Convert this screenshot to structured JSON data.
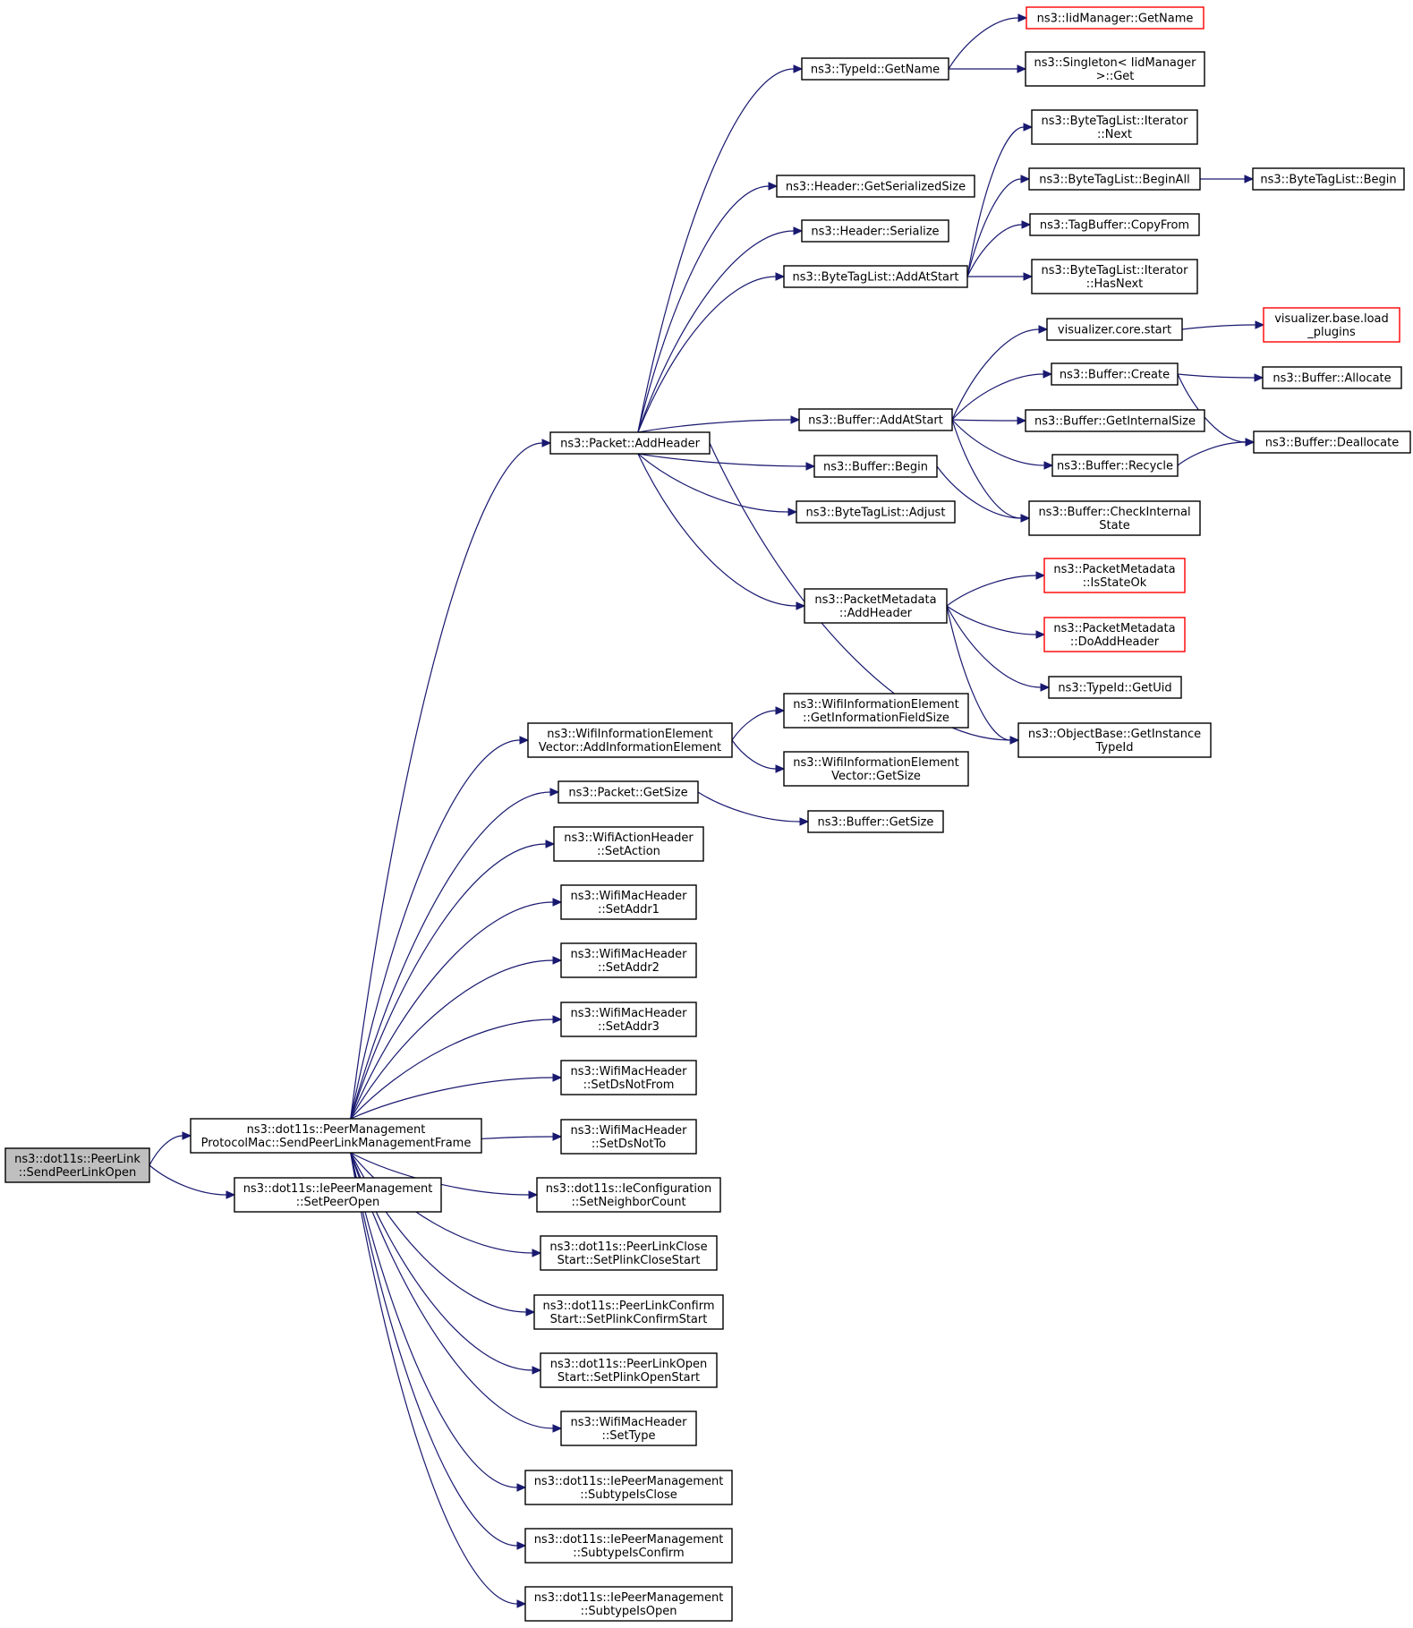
{
  "nodes": {
    "send_peer_link_open": {
      "lines": [
        "ns3::dot11s::PeerLink",
        "::SendPeerLinkOpen"
      ]
    },
    "send_mgmt_frame": {
      "lines": [
        "ns3::dot11s::PeerManagement",
        "ProtocolMac::SendPeerLinkManagementFrame"
      ]
    },
    "set_peer_open": {
      "lines": [
        "ns3::dot11s::IePeerManagement",
        "::SetPeerOpen"
      ]
    },
    "packet_add_header": {
      "lines": [
        "ns3::Packet::AddHeader"
      ]
    },
    "wifi_ie_add": {
      "lines": [
        "ns3::WifiInformationElement",
        "Vector::AddInformationElement"
      ]
    },
    "packet_get_size": {
      "lines": [
        "ns3::Packet::GetSize"
      ]
    },
    "set_action": {
      "lines": [
        "ns3::WifiActionHeader",
        "::SetAction"
      ]
    },
    "set_addr1": {
      "lines": [
        "ns3::WifiMacHeader",
        "::SetAddr1"
      ]
    },
    "set_addr2": {
      "lines": [
        "ns3::WifiMacHeader",
        "::SetAddr2"
      ]
    },
    "set_addr3": {
      "lines": [
        "ns3::WifiMacHeader",
        "::SetAddr3"
      ]
    },
    "set_ds_not_from": {
      "lines": [
        "ns3::WifiMacHeader",
        "::SetDsNotFrom"
      ]
    },
    "set_ds_not_to": {
      "lines": [
        "ns3::WifiMacHeader",
        "::SetDsNotTo"
      ]
    },
    "set_neighbor_count": {
      "lines": [
        "ns3::dot11s::IeConfiguration",
        "::SetNeighborCount"
      ]
    },
    "set_plink_close": {
      "lines": [
        "ns3::dot11s::PeerLinkClose",
        "Start::SetPlinkCloseStart"
      ]
    },
    "set_plink_confirm": {
      "lines": [
        "ns3::dot11s::PeerLinkConfirm",
        "Start::SetPlinkConfirmStart"
      ]
    },
    "set_plink_open": {
      "lines": [
        "ns3::dot11s::PeerLinkOpen",
        "Start::SetPlinkOpenStart"
      ]
    },
    "set_type": {
      "lines": [
        "ns3::WifiMacHeader",
        "::SetType"
      ]
    },
    "subtype_close": {
      "lines": [
        "ns3::dot11s::IePeerManagement",
        "::SubtypeIsClose"
      ]
    },
    "subtype_confirm": {
      "lines": [
        "ns3::dot11s::IePeerManagement",
        "::SubtypeIsConfirm"
      ]
    },
    "subtype_open": {
      "lines": [
        "ns3::dot11s::IePeerManagement",
        "::SubtypeIsOpen"
      ]
    },
    "typeid_get_name": {
      "lines": [
        "ns3::TypeId::GetName"
      ]
    },
    "header_get_ser_size": {
      "lines": [
        "ns3::Header::GetSerializedSize"
      ]
    },
    "header_serialize": {
      "lines": [
        "ns3::Header::Serialize"
      ]
    },
    "btl_add_at_start": {
      "lines": [
        "ns3::ByteTagList::AddAtStart"
      ]
    },
    "buffer_add_at_start": {
      "lines": [
        "ns3::Buffer::AddAtStart"
      ]
    },
    "buffer_begin": {
      "lines": [
        "ns3::Buffer::Begin"
      ]
    },
    "btl_adjust": {
      "lines": [
        "ns3::ByteTagList::Adjust"
      ]
    },
    "pm_add_header": {
      "lines": [
        "ns3::PacketMetadata",
        "::AddHeader"
      ]
    },
    "wifi_ie_get_info_size": {
      "lines": [
        "ns3::WifiInformationElement",
        "::GetInformationFieldSize"
      ]
    },
    "wifi_ie_get_size": {
      "lines": [
        "ns3::WifiInformationElement",
        "Vector::GetSize"
      ]
    },
    "buffer_get_size": {
      "lines": [
        "ns3::Buffer::GetSize"
      ]
    },
    "iid_get_name": {
      "lines": [
        "ns3::IidManager::GetName"
      ]
    },
    "singleton_get": {
      "lines": [
        "ns3::Singleton< IidManager",
        ">::Get"
      ]
    },
    "btl_iter_next": {
      "lines": [
        "ns3::ByteTagList::Iterator",
        "::Next"
      ]
    },
    "btl_begin_all": {
      "lines": [
        "ns3::ByteTagList::BeginAll"
      ]
    },
    "btl_begin": {
      "lines": [
        "ns3::ByteTagList::Begin"
      ]
    },
    "tagbuffer_copy": {
      "lines": [
        "ns3::TagBuffer::CopyFrom"
      ]
    },
    "btl_iter_hasnext": {
      "lines": [
        "ns3::ByteTagList::Iterator",
        "::HasNext"
      ]
    },
    "viz_core_start": {
      "lines": [
        "visualizer.core.start"
      ]
    },
    "viz_load_plugins": {
      "lines": [
        "visualizer.base.load",
        "_plugins"
      ]
    },
    "buffer_create": {
      "lines": [
        "ns3::Buffer::Create"
      ]
    },
    "buffer_allocate": {
      "lines": [
        "ns3::Buffer::Allocate"
      ]
    },
    "buffer_get_internal_size": {
      "lines": [
        "ns3::Buffer::GetInternalSize"
      ]
    },
    "buffer_deallocate": {
      "lines": [
        "ns3::Buffer::Deallocate"
      ]
    },
    "buffer_recycle": {
      "lines": [
        "ns3::Buffer::Recycle"
      ]
    },
    "buffer_check_state": {
      "lines": [
        "ns3::Buffer::CheckInternal",
        "State"
      ]
    },
    "pm_is_state_ok": {
      "lines": [
        "ns3::PacketMetadata",
        "::IsStateOk"
      ]
    },
    "pm_do_add_header": {
      "lines": [
        "ns3::PacketMetadata",
        "::DoAddHeader"
      ]
    },
    "typeid_get_uid": {
      "lines": [
        "ns3::TypeId::GetUid"
      ]
    },
    "objbase_get_instance": {
      "lines": [
        "ns3::ObjectBase::GetInstance",
        "TypeId"
      ]
    }
  },
  "edges": [
    [
      "send_peer_link_open",
      "send_mgmt_frame"
    ],
    [
      "send_peer_link_open",
      "set_peer_open"
    ],
    [
      "send_mgmt_frame",
      "packet_add_header"
    ],
    [
      "send_mgmt_frame",
      "wifi_ie_add"
    ],
    [
      "send_mgmt_frame",
      "packet_get_size"
    ],
    [
      "send_mgmt_frame",
      "set_action"
    ],
    [
      "send_mgmt_frame",
      "set_addr1"
    ],
    [
      "send_mgmt_frame",
      "set_addr2"
    ],
    [
      "send_mgmt_frame",
      "set_addr3"
    ],
    [
      "send_mgmt_frame",
      "set_ds_not_from"
    ],
    [
      "send_mgmt_frame",
      "set_ds_not_to"
    ],
    [
      "send_mgmt_frame",
      "set_neighbor_count"
    ],
    [
      "send_mgmt_frame",
      "set_plink_close"
    ],
    [
      "send_mgmt_frame",
      "set_plink_confirm"
    ],
    [
      "send_mgmt_frame",
      "set_plink_open"
    ],
    [
      "send_mgmt_frame",
      "set_type"
    ],
    [
      "send_mgmt_frame",
      "subtype_close"
    ],
    [
      "send_mgmt_frame",
      "subtype_confirm"
    ],
    [
      "send_mgmt_frame",
      "subtype_open"
    ],
    [
      "packet_add_header",
      "typeid_get_name"
    ],
    [
      "packet_add_header",
      "header_get_ser_size"
    ],
    [
      "packet_add_header",
      "header_serialize"
    ],
    [
      "packet_add_header",
      "btl_add_at_start"
    ],
    [
      "packet_add_header",
      "buffer_add_at_start"
    ],
    [
      "packet_add_header",
      "buffer_begin"
    ],
    [
      "packet_add_header",
      "btl_adjust"
    ],
    [
      "packet_add_header",
      "pm_add_header"
    ],
    [
      "packet_add_header",
      "objbase_get_instance"
    ],
    [
      "wifi_ie_add",
      "wifi_ie_get_info_size"
    ],
    [
      "wifi_ie_add",
      "wifi_ie_get_size"
    ],
    [
      "packet_get_size",
      "buffer_get_size"
    ],
    [
      "typeid_get_name",
      "iid_get_name"
    ],
    [
      "typeid_get_name",
      "singleton_get"
    ],
    [
      "btl_add_at_start",
      "btl_iter_next"
    ],
    [
      "btl_add_at_start",
      "btl_begin_all"
    ],
    [
      "btl_add_at_start",
      "tagbuffer_copy"
    ],
    [
      "btl_add_at_start",
      "btl_iter_hasnext"
    ],
    [
      "btl_begin_all",
      "btl_begin"
    ],
    [
      "buffer_add_at_start",
      "viz_core_start"
    ],
    [
      "buffer_add_at_start",
      "buffer_create"
    ],
    [
      "buffer_add_at_start",
      "buffer_get_internal_size"
    ],
    [
      "buffer_add_at_start",
      "buffer_recycle"
    ],
    [
      "buffer_add_at_start",
      "buffer_check_state"
    ],
    [
      "buffer_begin",
      "buffer_check_state"
    ],
    [
      "viz_core_start",
      "viz_load_plugins"
    ],
    [
      "buffer_create",
      "buffer_allocate"
    ],
    [
      "buffer_create",
      "buffer_deallocate"
    ],
    [
      "buffer_recycle",
      "buffer_deallocate"
    ],
    [
      "pm_add_header",
      "pm_is_state_ok"
    ],
    [
      "pm_add_header",
      "pm_do_add_header"
    ],
    [
      "pm_add_header",
      "typeid_get_uid"
    ],
    [
      "pm_add_header",
      "objbase_get_instance"
    ]
  ],
  "colors": {
    "edge": "#191970",
    "start_fill": "#bfbfbf",
    "truncated_border": "#ff0000",
    "normal_border": "#000000"
  },
  "truncated_nodes": [
    "iid_get_name",
    "viz_load_plugins",
    "pm_is_state_ok",
    "pm_do_add_header"
  ],
  "start_node": "send_peer_link_open"
}
